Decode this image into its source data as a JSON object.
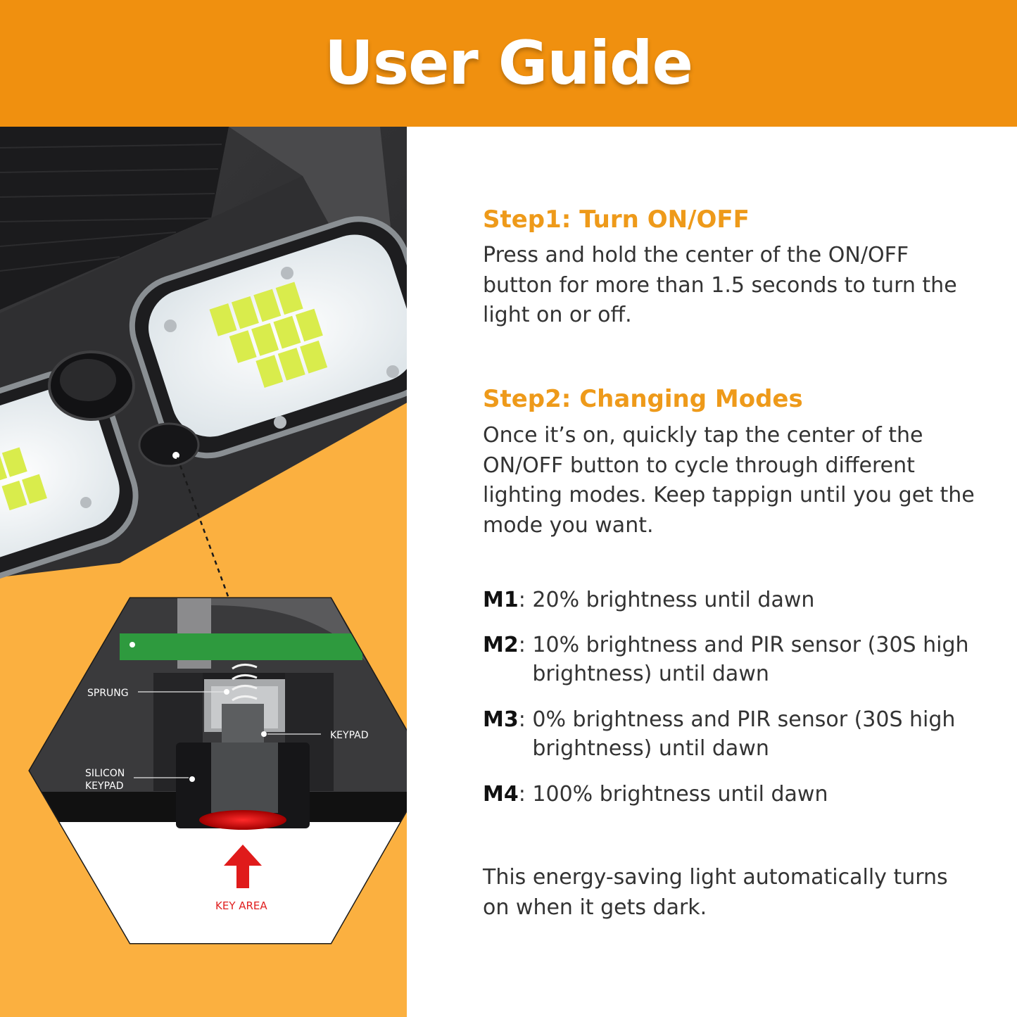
{
  "header": {
    "title": "User Guide"
  },
  "illustration": {
    "labels": {
      "sprung": "SPRUNG",
      "keypad": "KEYPAD",
      "silicon_line1": "SILICON",
      "silicon_line2": "KEYPAD",
      "key_area": "KEY AREA"
    }
  },
  "steps": [
    {
      "title": "Step1: Turn ON/OFF",
      "text": "Press and hold the center of the ON/OFF button for more than 1.5 seconds to turn the light on or off."
    },
    {
      "title": "Step2: Changing Modes",
      "text": "Once it’s on, quickly tap the center of the ON/OFF button to cycle through different lighting modes. Keep tappign until you get the mode you want."
    }
  ],
  "modes": [
    {
      "code": "M1",
      "desc": "20% brightness until dawn"
    },
    {
      "code": "M2",
      "desc": "10% brightness and PIR sensor (30S high brightness) until dawn"
    },
    {
      "code": "M3",
      "desc": "0% brightness and PIR sensor (30S high brightness) until dawn"
    },
    {
      "code": "M4",
      "desc": "100% brightness until dawn"
    }
  ],
  "footer_note": "This energy-saving light automatically turns on when it gets dark."
}
